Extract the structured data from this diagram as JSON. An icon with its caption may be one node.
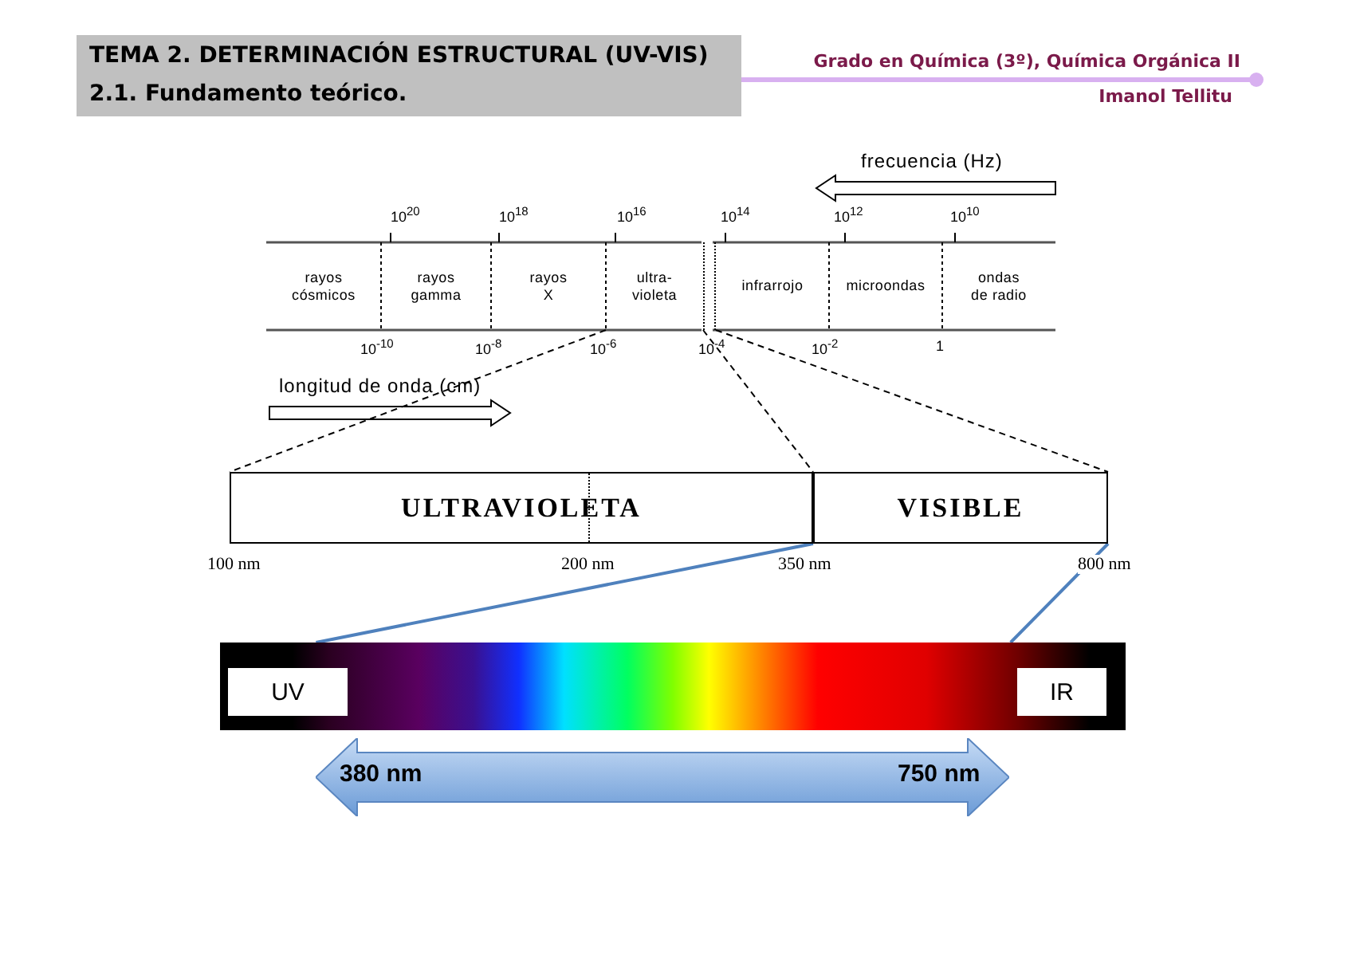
{
  "diagram": {
    "title": "TEMA 2. DETERMINACIÓN ESTRUCTURAL (UV-VIS)",
    "nodes": [
      {
        "text": [
          "rayos cósmicos"
        ]
      },
      {
        "text": [
          "rayos gamma"
        ]
      },
      {
        "text": [
          "rayos X"
        ]
      },
      {
        "text": [
          "ultra-violeta"
        ]
      },
      {
        "text": [],
        "shape": "box"
      },
      {
        "text": [
          "infrarrojo"
        ]
      },
      {
        "text": [
          "microondas"
        ]
      },
      {
        "text": [
          "ondas de radio"
        ]
      },
      {
        "text": [
          "ULTRAVIOLETA"
        ]
      },
      {
        "text": [
          "VISIBLE"
        ]
      },
      {
        "text": [],
        "shape": "bar"
      },
      {
        "text": [
          "UV"
        ],
        "in": 10
      },
      {
        "text": [
          "IR"
        ],
        "in": 10
      },
      {
        "text": [
          "380 nm",
          "750 nm"
        ]
      }
    ],
    "edges": [
      {
        "from": 3,
        "to": 8,
        "arrow": "none",
        "style": "dashed"
      },
      {
        "from": 4,
        "to": 9,
        "arrow": "none",
        "style": "dashed"
      },
      {
        "from": 4,
        "to": 9,
        "arrow": "none",
        "style": "dashed"
      },
      {
        "from": 9,
        "to": 10,
        "arrow": "none",
        "color": "#4f81bd"
      },
      {
        "from": 9,
        "to": 10,
        "arrow": "none",
        "color": "#4f81bd"
      }
    ],
    "labels": [
      "2.1. Fundamento teórico.",
      "Grado en Química (3º), Química Orgánica II",
      "Imanol Tellitu",
      "frecuencia (Hz)",
      "10$^{20}$",
      "10$^{18}$",
      "10$^{16}$",
      "10$^{14}$",
      "10$^{12}$",
      "10$^{10}$",
      "10$^{-10}$",
      "10$^{-8}$",
      "10$^{-6}$",
      "10$^{-4}$",
      "10$^{-2}$",
      "1",
      "longitud de onda (cm)",
      "100 nm",
      "200 nm",
      "350 nm",
      "800 nm"
    ]
  }
}
